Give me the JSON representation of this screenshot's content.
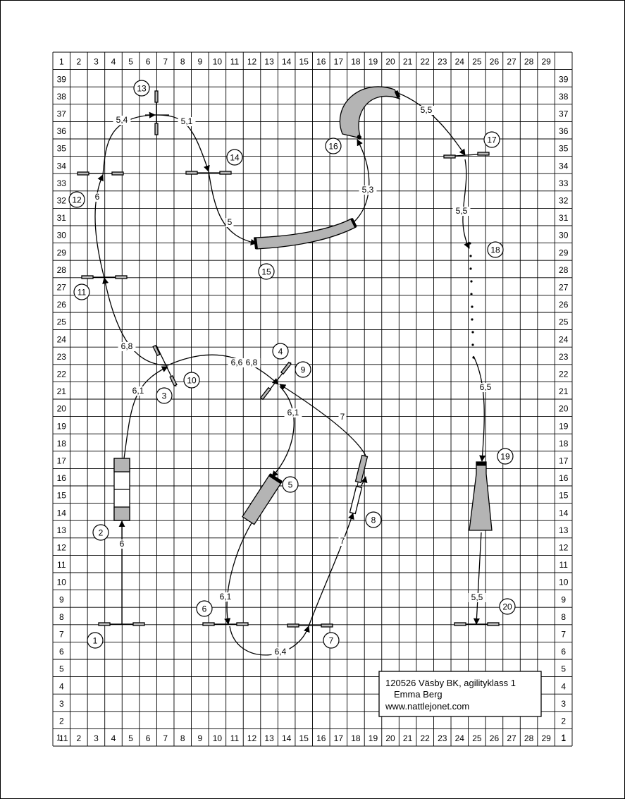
{
  "grid": {
    "columns": [
      "1",
      "2",
      "3",
      "4",
      "5",
      "6",
      "7",
      "8",
      "9",
      "10",
      "11",
      "12",
      "13",
      "14",
      "15",
      "16",
      "17",
      "18",
      "19",
      "20",
      "21",
      "22",
      "23",
      "24",
      "25",
      "26",
      "27",
      "28",
      "29"
    ],
    "rows": [
      "39",
      "38",
      "37",
      "36",
      "35",
      "34",
      "33",
      "32",
      "31",
      "30",
      "29",
      "28",
      "27",
      "26",
      "25",
      "24",
      "23",
      "22",
      "21",
      "20",
      "19",
      "18",
      "17",
      "16",
      "15",
      "14",
      "13",
      "12",
      "11",
      "10",
      "9",
      "8",
      "7",
      "6",
      "5",
      "4",
      "3",
      "2",
      "1"
    ],
    "corner_bottom_left": "1",
    "corner_bottom_right": "1"
  },
  "obstacles": [
    "1",
    "2",
    "3",
    "4",
    "5",
    "6",
    "7",
    "8",
    "9",
    "10",
    "11",
    "12",
    "13",
    "14",
    "15",
    "16",
    "17",
    "18",
    "19",
    "20"
  ],
  "distances": [
    "6",
    "6,1",
    "6,8",
    "6",
    "5,4",
    "5,1",
    "5",
    "5,3",
    "5,5",
    "5,5",
    "6,5",
    "5,5",
    "6,6",
    "6,8",
    "6,1",
    "7",
    "7",
    "6,1",
    "6,4"
  ],
  "info": {
    "line1": "120526 Väsby BK, agilityklass 1",
    "line2": "Emma Berg",
    "line3": "www.nattlejonet.com"
  },
  "colors": {
    "line": "#000000",
    "tunnel": "#b4b4b4",
    "background": "#ffffff"
  }
}
